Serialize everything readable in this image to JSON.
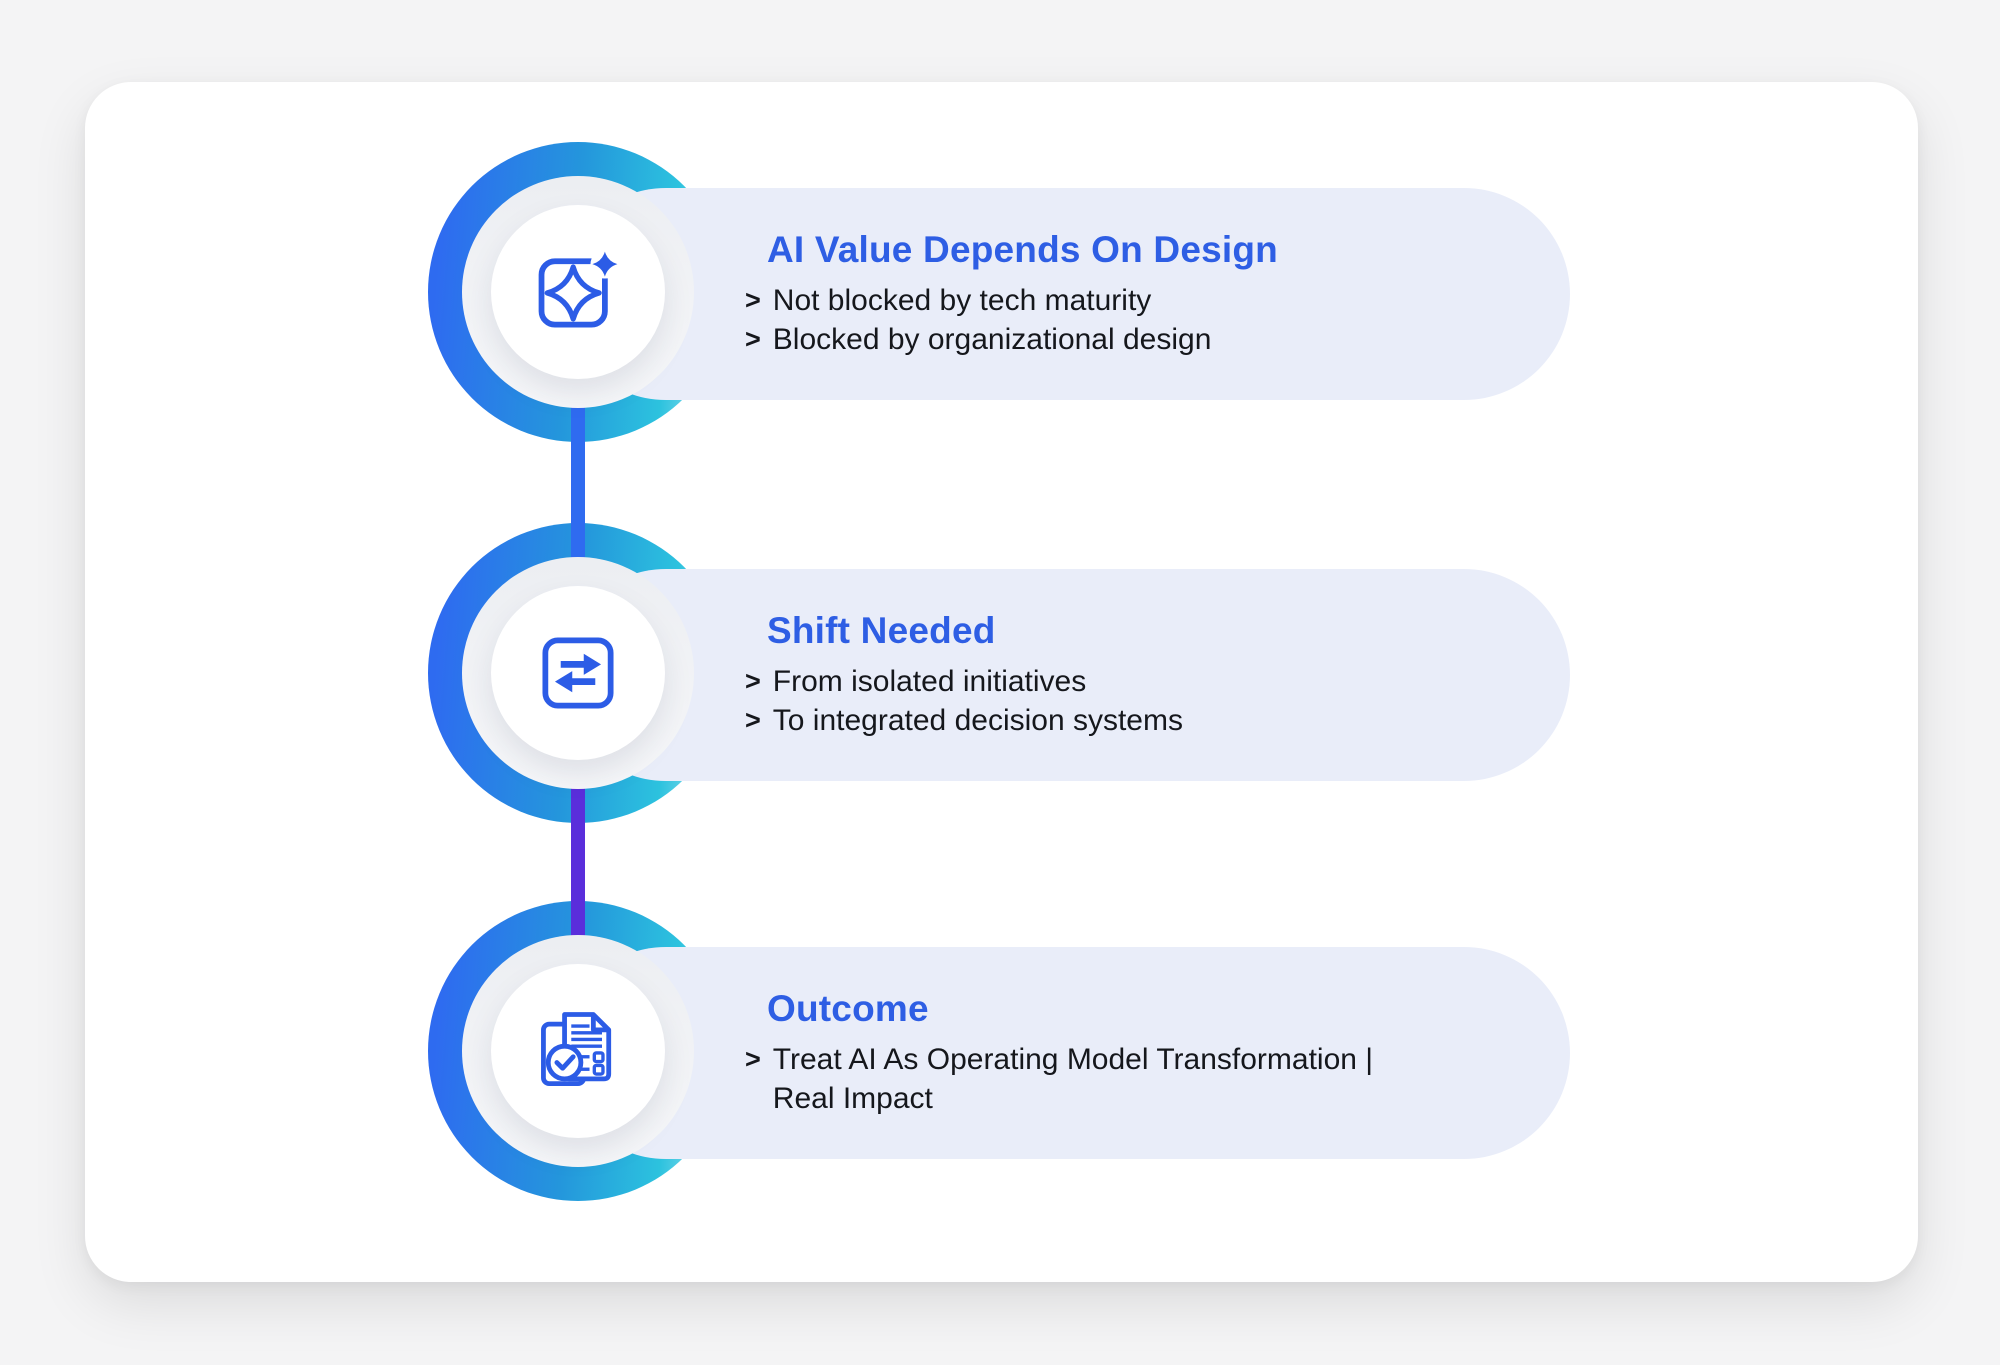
{
  "diagram_title": "",
  "bullet_marker": ">",
  "steps": [
    {
      "icon": "sparkle-icon",
      "title": "AI Value Depends On Design",
      "bullets": [
        "Not blocked by tech maturity",
        "Blocked by organizational design"
      ]
    },
    {
      "icon": "transfer-arrows-icon",
      "title": "Shift Needed",
      "bullets": [
        "From isolated initiatives",
        "To integrated decision systems"
      ]
    },
    {
      "icon": "document-check-icon",
      "title": "Outcome",
      "bullets": [
        "Treat AI As Operating Model Transformation | Real Impact"
      ]
    }
  ],
  "colors": {
    "title_blue": "#2e5ee4",
    "body_text": "#15171c",
    "ring_gradient_start": "#2e6bf0",
    "ring_gradient_end": "#b9eaf6",
    "connector_1": "#2f6bf0",
    "connector_2": "#5a2edb",
    "pill_background": "#e9edf9",
    "icon_stroke": "#2c5ce6",
    "card_background": "#ffffff",
    "page_background": "#f4f4f5"
  }
}
